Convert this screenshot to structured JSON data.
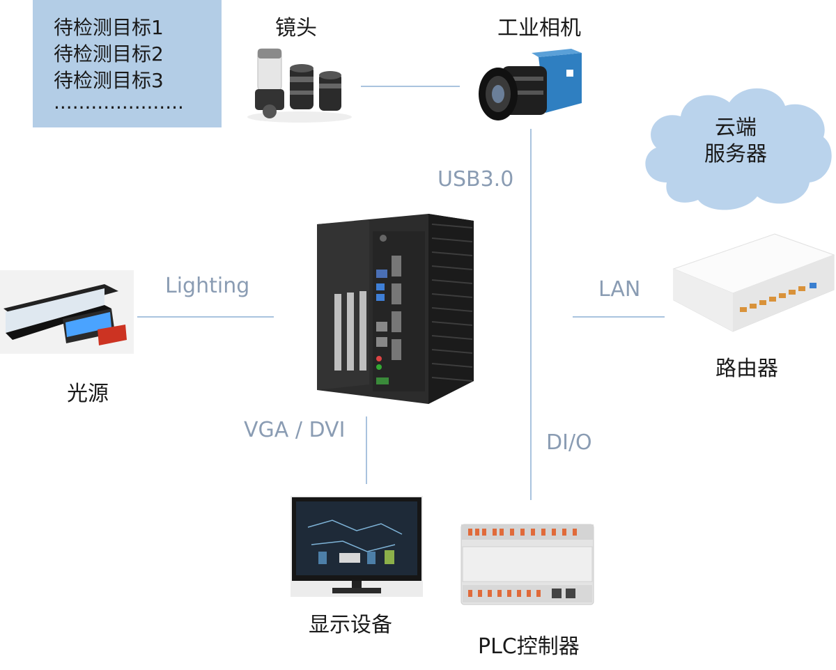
{
  "targets": {
    "items": [
      "待检测目标1",
      "待检测目标2",
      "待检测目标3",
      "....................."
    ]
  },
  "devices": {
    "lens": "镜头",
    "camera": "工业相机",
    "cloud_line1": "云端",
    "cloud_line2": "服务器",
    "light": "光源",
    "router": "路由器",
    "display": "显示设备",
    "plc": "PLC控制器"
  },
  "connections": {
    "usb": "USB3.0",
    "lighting": "Lighting",
    "lan": "LAN",
    "vga": "VGA / DVI",
    "dio": "DI/O"
  },
  "colors": {
    "target_box": "#b3cde6",
    "cloud_fill": "#bad3ec",
    "line": "#a9c3de",
    "connection_text": "#8a9cb3"
  }
}
